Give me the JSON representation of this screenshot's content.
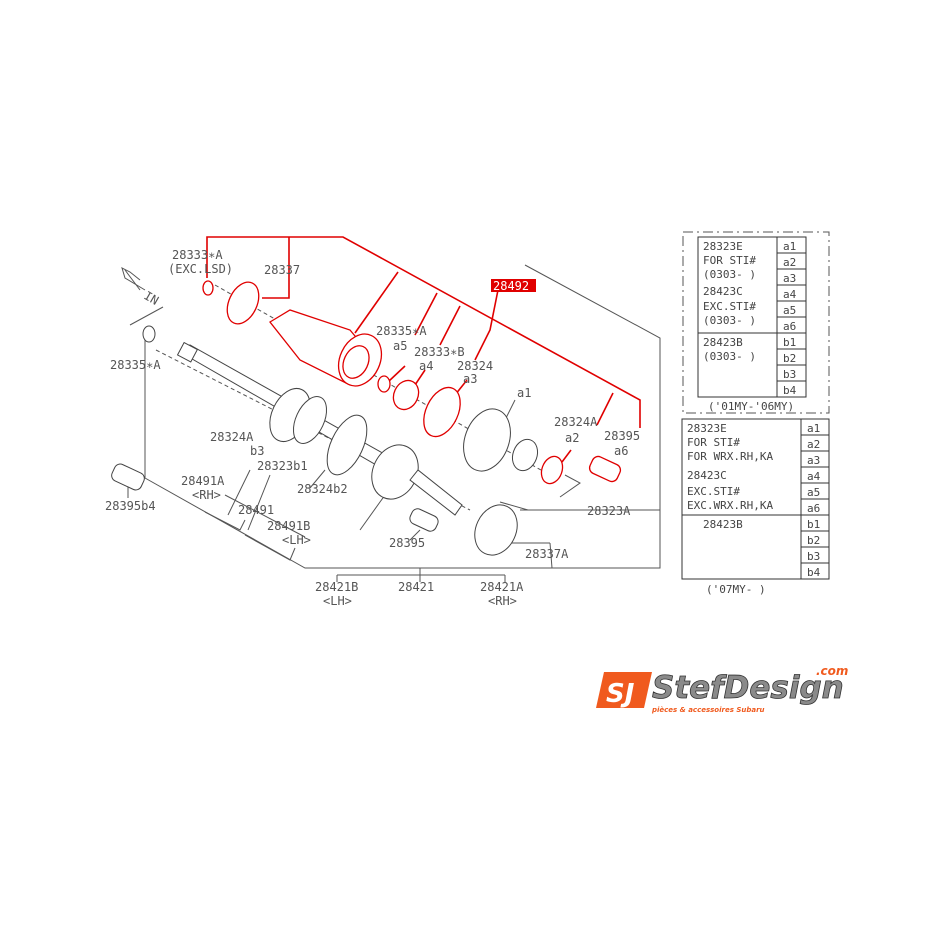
{
  "diagram": {
    "direction_label": "IN",
    "highlighted_part": "28492",
    "colors": {
      "highlight": "#e00000",
      "line": "#555555",
      "logo_orange": "#f05a1e"
    },
    "labels": {
      "l28333a": "28333∗A",
      "exc_lsd": "(EXC.LSD)",
      "l28337": "28337",
      "l28335a_left": "28335∗A",
      "l28335a": "28335∗A",
      "a5": "a5",
      "l28333b": "28333∗B",
      "a4": "a4",
      "l28324": "28324",
      "a3": "a3",
      "a1": "a1",
      "l28324a_right": "28324A",
      "a2": "a2",
      "l28395_right": "28395",
      "a6": "a6",
      "l28324a_b3": "28324A",
      "b3": "b3",
      "l28323b1": "28323b1",
      "l28324b2": "28324b2",
      "l28491a": "28491A",
      "rh1": "<RH>",
      "l28491": "28491",
      "l28491b": "28491B",
      "lh1": "<LH>",
      "l28395": "28395",
      "l28395b4": "28395b4",
      "l28337a": "28337A",
      "l28323a": "28323A",
      "l28421b": "28421B",
      "lh2": "<LH>",
      "l28421": "28421",
      "l28421a": "28421A",
      "rh2": "<RH>"
    }
  },
  "table_2001_2006": {
    "caption": "('01MY-'06MY)",
    "group_a": [
      "28323E",
      "FOR STI#",
      "(0303- )",
      "28423C",
      "EXC.STI#",
      "(0303- )"
    ],
    "group_b": [
      "28423B",
      "(0303- )"
    ],
    "codes_a": [
      "a1",
      "a2",
      "a3",
      "a4",
      "a5",
      "a6"
    ],
    "codes_b": [
      "b1",
      "b2",
      "b3",
      "b4"
    ]
  },
  "table_2007": {
    "caption": "('07MY-    )",
    "group_a": [
      "28323E",
      "FOR STI#",
      "FOR WRX.RH,KA",
      "28423C",
      "EXC.STI#",
      "EXC.WRX.RH,KA"
    ],
    "group_b": [
      "28423B"
    ],
    "codes_a": [
      "a1",
      "a2",
      "a3",
      "a4",
      "a5",
      "a6"
    ],
    "codes_b": [
      "b1",
      "b2",
      "b3",
      "b4"
    ]
  },
  "logo": {
    "name": "StefDesign",
    "domain": ".com",
    "tagline": "pièces & accessoires Subaru"
  }
}
